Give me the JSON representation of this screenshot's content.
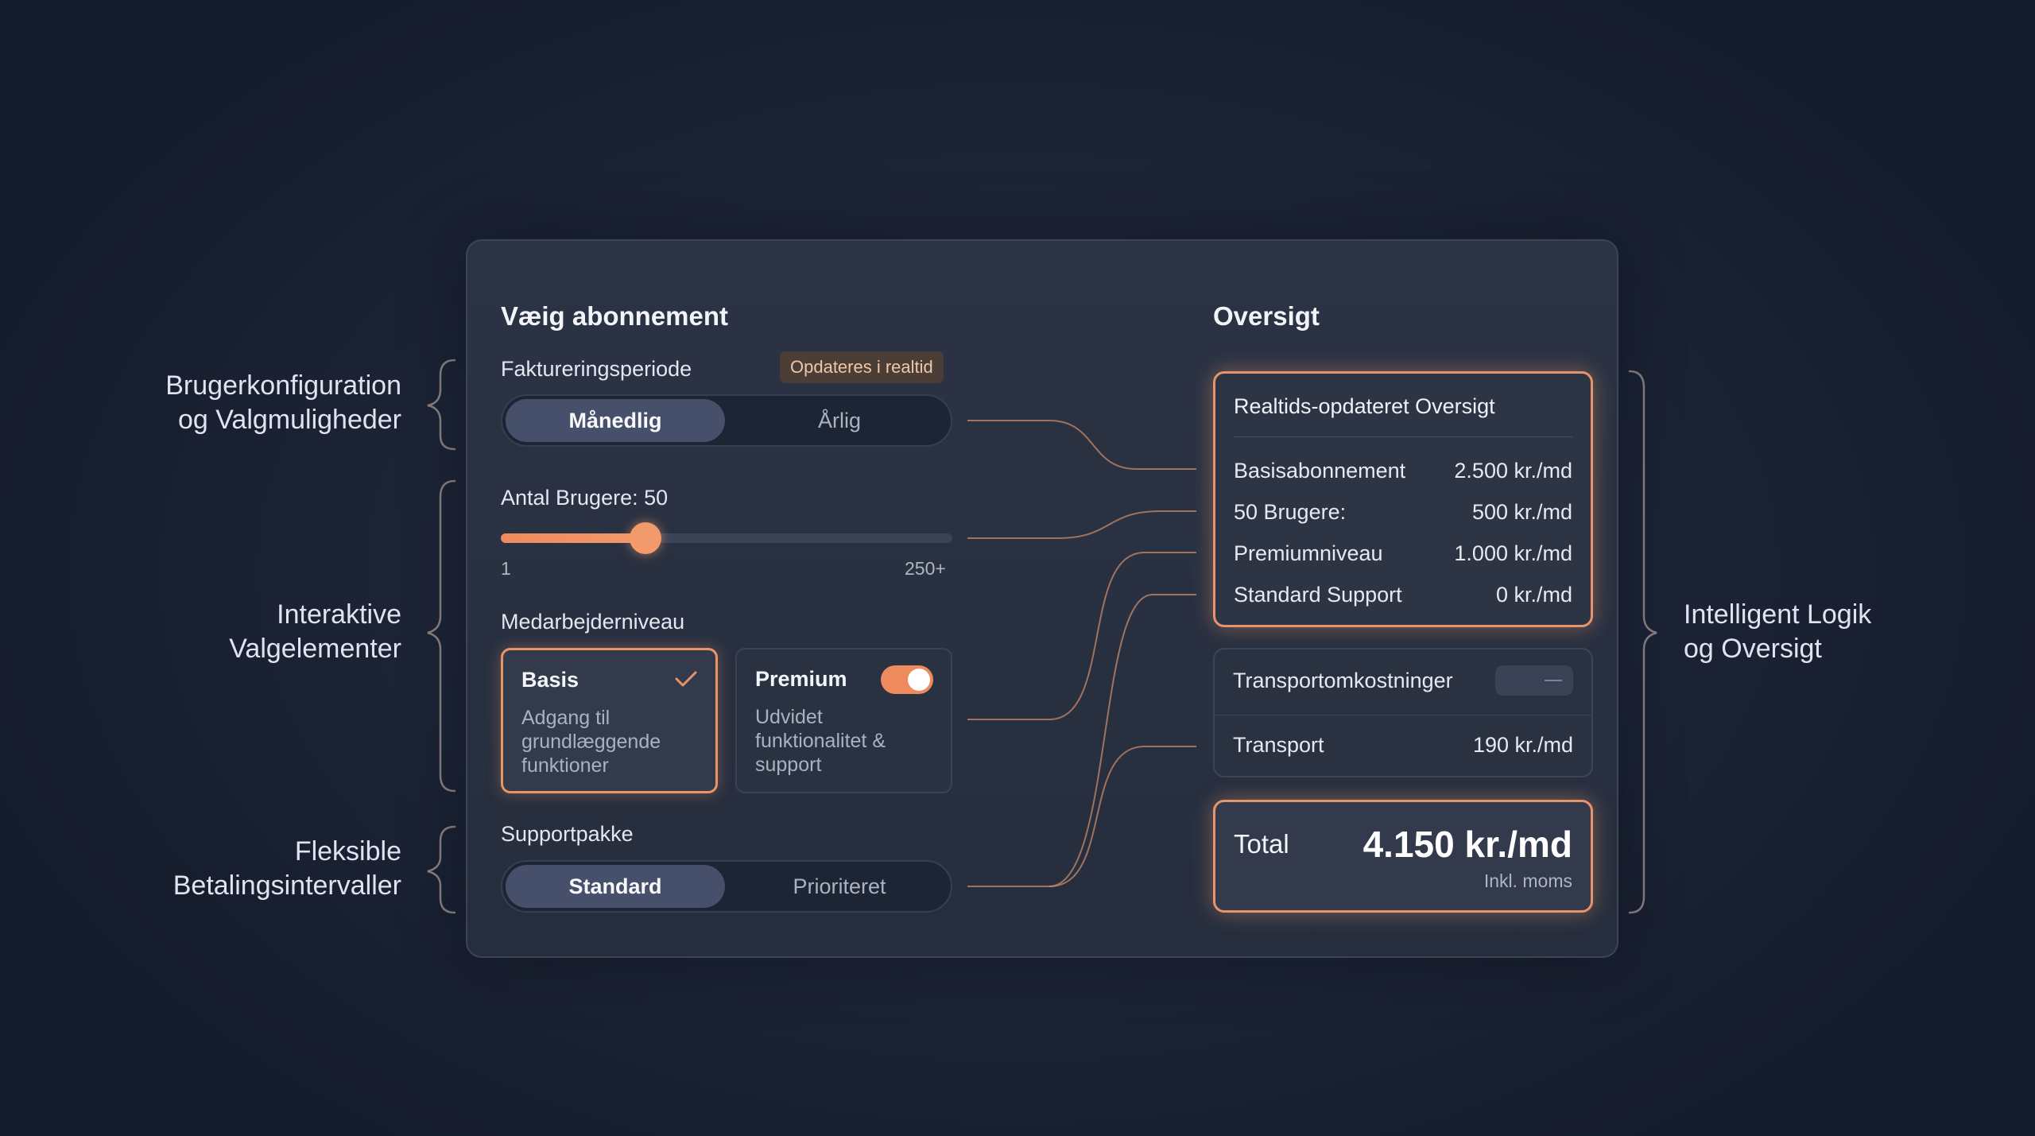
{
  "annotations": {
    "left": [
      {
        "line1": "Brugerkonfiguration",
        "line2": "og Valgmuligheder"
      },
      {
        "line1": "Interaktive",
        "line2": "Valgelementer"
      },
      {
        "line1": "Fleksible",
        "line2": "Betalingsintervaller"
      }
    ],
    "right": {
      "line1": "Intelligent Logik",
      "line2": "og Oversigt"
    }
  },
  "config": {
    "title": "Væig abonnement",
    "billing": {
      "label": "Faktureringsperiode",
      "badge": "Opdateres i realtid",
      "options": [
        "Månedlig",
        "Årlig"
      ],
      "selected": "Månedlig"
    },
    "users": {
      "label": "Antal Brugere: 50",
      "min_label": "1",
      "max_label": "250+",
      "value_fraction": 0.32
    },
    "tier": {
      "label": "Medarbejderniveau",
      "basis": {
        "name": "Basis",
        "desc": "Adgang til grundlæggende funktioner",
        "selected": true
      },
      "premium": {
        "name": "Premium",
        "desc": "Udvidet funktionalitet & support",
        "toggle_on": true
      }
    },
    "support": {
      "label": "Supportpakke",
      "options": [
        "Standard",
        "Prioriteret"
      ],
      "selected": "Standard"
    }
  },
  "summary": {
    "title": "Oversigt",
    "box_title": "Realtids-opdateret Oversigt",
    "rows": [
      {
        "label": "Basisabonnement",
        "value": "2.500 kr./md"
      },
      {
        "label": "50 Brugere:",
        "value": "500 kr./md"
      },
      {
        "label": "Premiumniveau",
        "value": "1.000 kr./md"
      },
      {
        "label": "Standard Support",
        "value": "0 kr./md"
      }
    ],
    "transport_toggle_label": "Transportomkostninger",
    "transport": {
      "label": "Transport",
      "value": "190 kr./md"
    },
    "total": {
      "label": "Total",
      "value": "4.150 kr./md",
      "note": "Inkl. moms"
    }
  },
  "colors": {
    "accent": "#ee8a5e",
    "card": "#2b3344",
    "background": "#1c2436"
  }
}
